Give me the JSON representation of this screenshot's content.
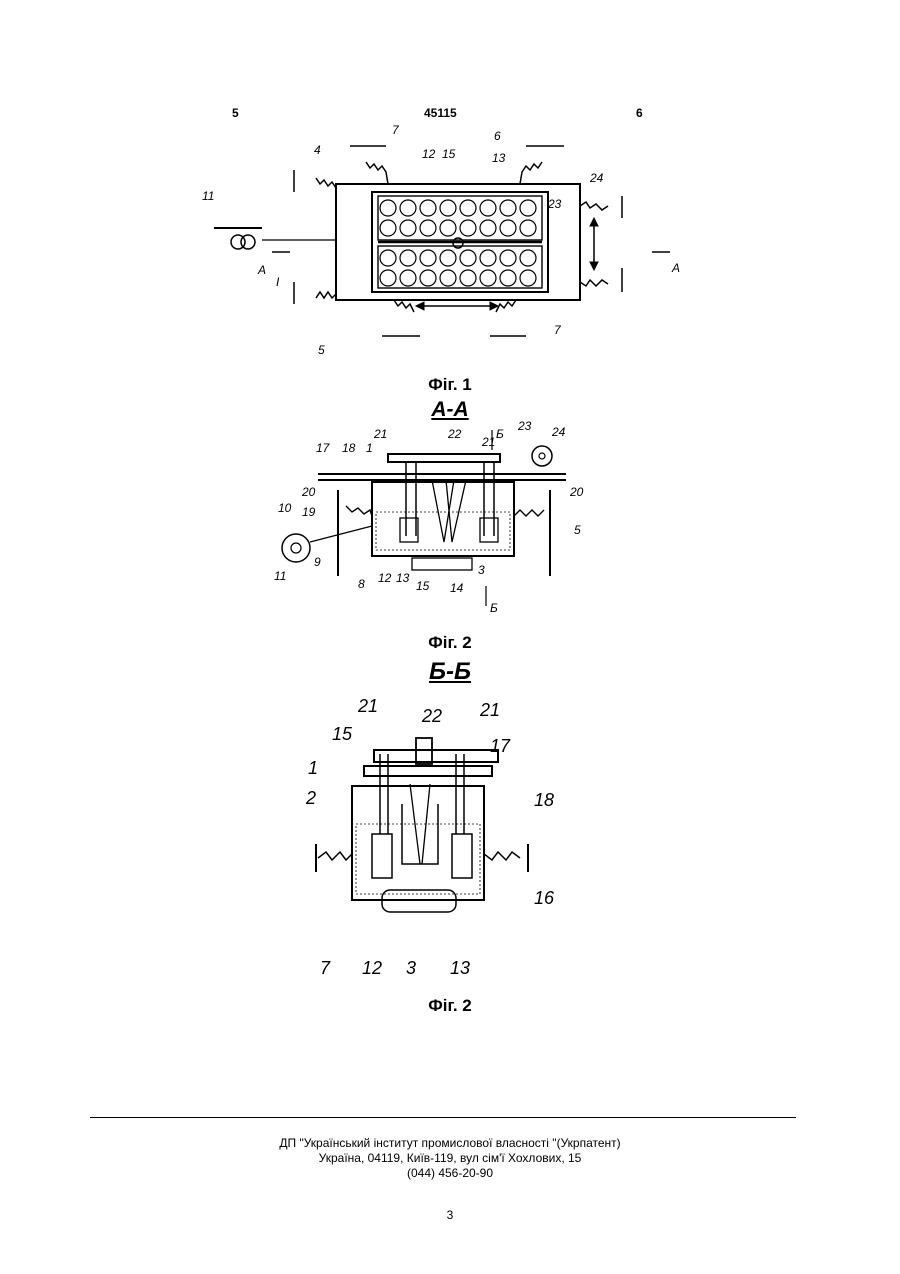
{
  "header": {
    "left_col": "5",
    "patent_no": "45115",
    "right_col": "6"
  },
  "figures": [
    {
      "caption": "Фіг. 1",
      "section": "",
      "labels": [
        "7",
        "12",
        "15",
        "13",
        "6",
        "4",
        "24",
        "11",
        "23",
        "A",
        "I",
        "A",
        "5",
        "7"
      ]
    },
    {
      "caption": "Фіг. 2",
      "section": "А-А",
      "labels": [
        "21",
        "22",
        "21",
        "Б",
        "23",
        "24",
        "17",
        "18",
        "1",
        "20",
        "20",
        "5",
        "10",
        "19",
        "9",
        "11",
        "8",
        "12",
        "13",
        "15",
        "14",
        "3",
        "Б"
      ]
    },
    {
      "caption": "Фіг. 2",
      "section": "Б-Б",
      "labels": [
        "21",
        "22",
        "21",
        "15",
        "17",
        "1",
        "2",
        "18",
        "16",
        "7",
        "12",
        "3",
        "13"
      ]
    }
  ],
  "footer": {
    "line1": "ДП \"Український інститут промислової власності \"(Укрпатент)",
    "line2": "Україна, 04119, Київ-119, вул  сім'ї Хохлових, 15",
    "line3": "(044) 456-20-90",
    "page": "3"
  }
}
